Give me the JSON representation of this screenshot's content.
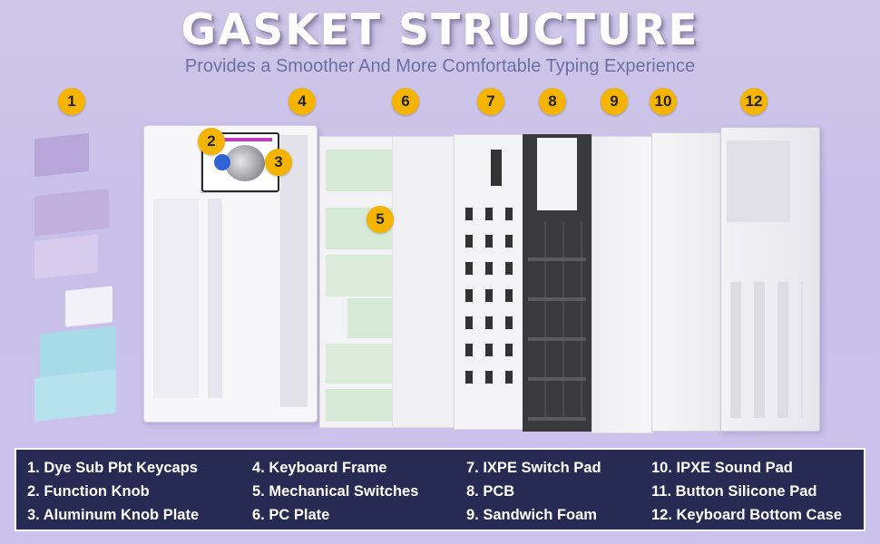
{
  "header": {
    "title": "GASKET STRUCTURE",
    "subtitle": "Provides a Smoother And More Comfortable Typing Experience"
  },
  "badges": [
    "1",
    "2",
    "3",
    "4",
    "5",
    "6",
    "7",
    "8",
    "9",
    "10",
    "12"
  ],
  "legend": {
    "items": [
      "1. Dye Sub Pbt Keycaps",
      "2. Function Knob",
      "3. Aluminum Knob Plate",
      "4. Keyboard Frame",
      "5. Mechanical Switches",
      "6. PC Plate",
      "7. IXPE Switch Pad",
      "8. PCB",
      "9. Sandwich Foam",
      "10. IPXE Sound Pad",
      "11. Button Silicone Pad",
      "12. Keyboard Bottom Case"
    ]
  },
  "colors": {
    "badge": "#f4b400",
    "legend_bg": "#272a52",
    "keycap_purple": "#b9a6d8",
    "keycap_blue": "#a8dbe8",
    "switch_green": "#cfeacc",
    "pcb": "#3a3a3c"
  }
}
